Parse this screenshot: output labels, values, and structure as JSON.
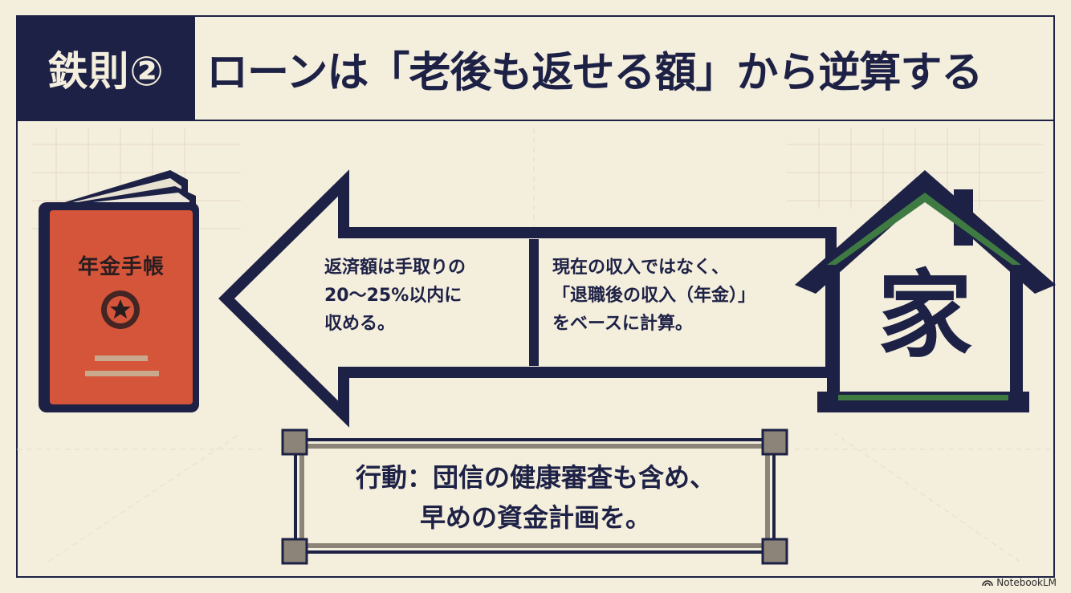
{
  "header": {
    "badge": "鉄則②",
    "title": "ローンは「老後も返せる額」から逆算する"
  },
  "pension_book": {
    "title": "年金手帳",
    "emblem_icon": "star-emblem-icon"
  },
  "arrow": {
    "left_text": "返済額は手取りの\n20〜25%以内に\n収める。",
    "right_text": "現在の収入ではなく、\n「退職後の収入（年金）」\nをベースに計算。"
  },
  "house": {
    "kanji": "家"
  },
  "action": {
    "text": "行動：団信の健康審査も含め、\n早めの資金計画を。"
  },
  "brand": {
    "label": "NotebookLM",
    "icon": "notebooklm-logo-icon"
  },
  "colors": {
    "navy": "#1d2145",
    "background": "#f4eedd",
    "book_orange": "#d5553a",
    "roof_green": "#3f7a43",
    "frame_gray": "#8c8478"
  }
}
